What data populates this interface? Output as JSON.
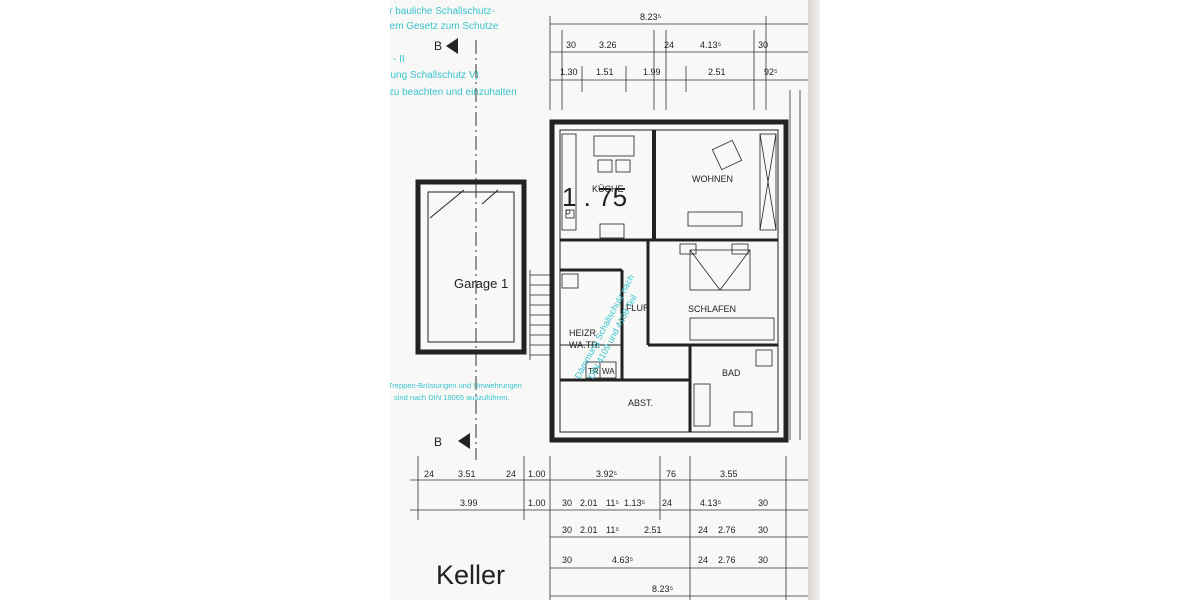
{
  "stamp": {
    "line1": "ber bauliche Schallschutz-",
    "line2": "dem Gesetz zum Schutze",
    "line3": "l - II",
    "line4": "rdnung Schallschutz V)",
    "line5": "ist zu beachten und einzuhalten",
    "note1": "Treppen-Brüstungen und Umwehrungen",
    "note2": "sind nach DIN 18065 auszuführen.",
    "diag1": "Dämmung Schallschutz nach",
    "diag2": "DIN 4109 und 4108 Teil"
  },
  "section_marks": {
    "top": "B",
    "bottom": "B"
  },
  "rooms": {
    "garage": "Garage 1",
    "kueche": "KÜCHE",
    "wohnen": "WOHNEN",
    "schlafen": "SCHLAFEN",
    "flur": "FLUR",
    "heizr": "HEIZR",
    "waatr": "WA.TR.",
    "trwa": "TR.",
    "wa": "WA",
    "bad": "BAD",
    "abst": "ABST."
  },
  "scale": "1 . 75",
  "floor_label": "Keller",
  "dimensions": {
    "top_total": "8.23⁵",
    "top_row2": [
      "30",
      "3.26",
      "24",
      "4.13⁵",
      "30"
    ],
    "top_row3": [
      "1.30",
      "1.51",
      "1.99",
      "2.51",
      "92⁵"
    ],
    "bottom_row1": [
      "24",
      "3.51",
      "24",
      "1.00",
      "3.92⁵",
      "76",
      "3.55"
    ],
    "bottom_row2": [
      "3.99",
      "1.00",
      "30",
      "2.01",
      "11⁵",
      "1.13⁵",
      "24",
      "4.13⁵",
      "30"
    ],
    "bottom_row3": [
      "30",
      "2.01",
      "11⁵",
      "2.51",
      "24",
      "2.76",
      "30"
    ],
    "bottom_row4": [
      "30",
      "4.63⁵",
      "24",
      "2.76",
      "30"
    ],
    "bottom_total": "8.23⁵"
  }
}
